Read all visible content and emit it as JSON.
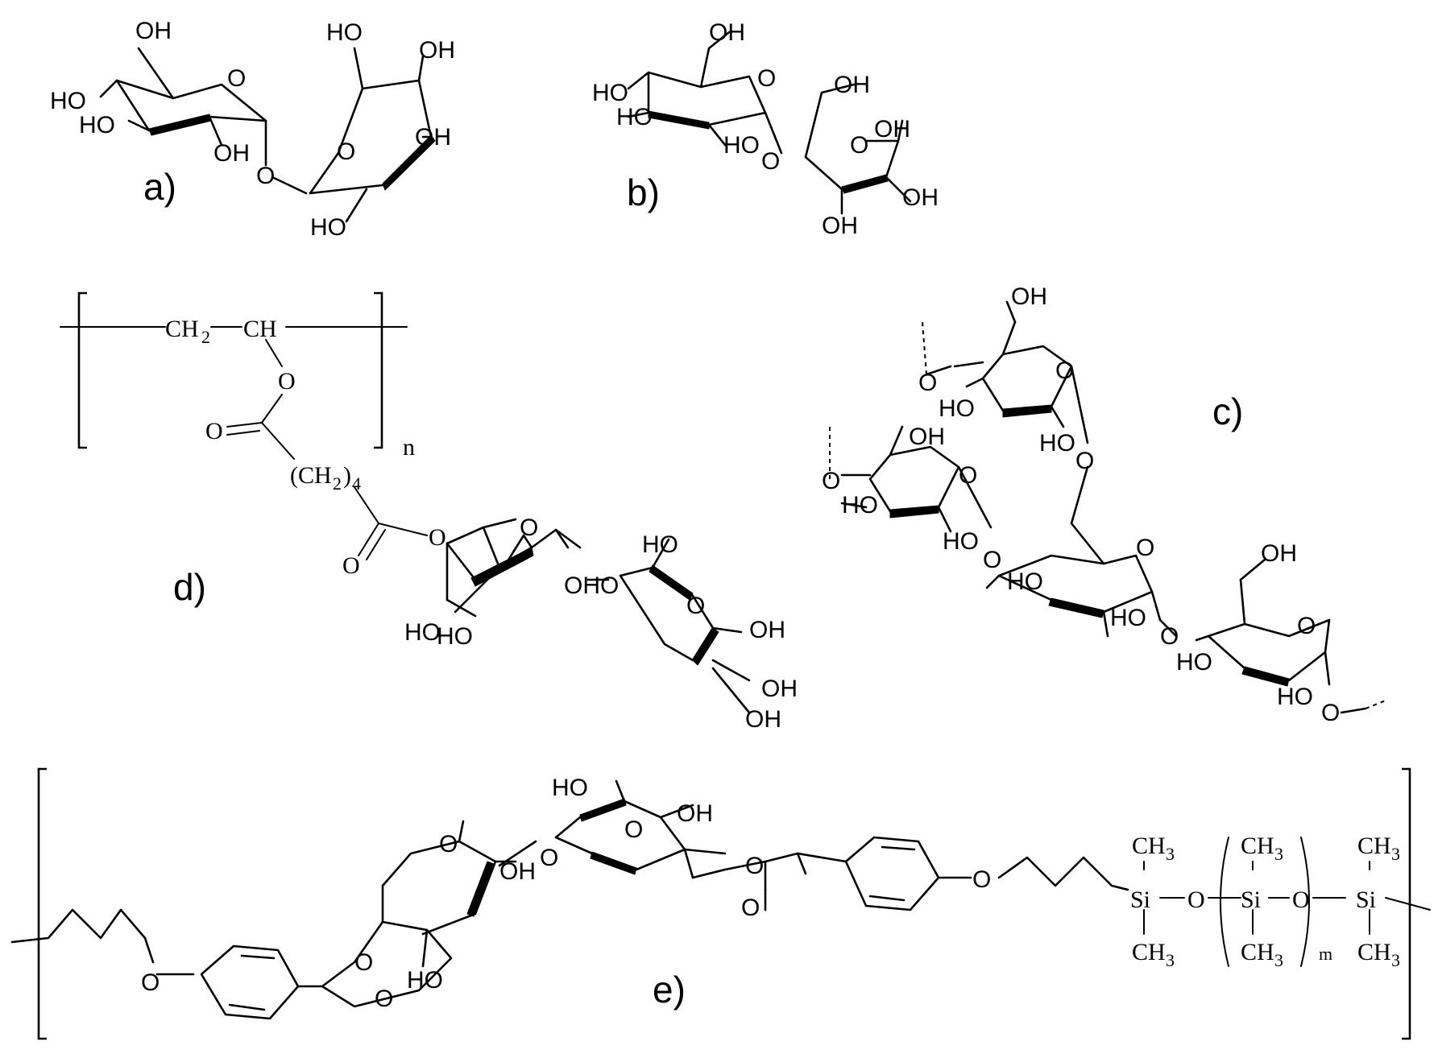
{
  "panels": {
    "a": {
      "label": "a)"
    },
    "b": {
      "label": "b)"
    },
    "c": {
      "label": "c)"
    },
    "d": {
      "label": "d)"
    },
    "e": {
      "label": "e)"
    }
  },
  "atoms": {
    "OH": "OH",
    "HO": "HO",
    "O": "O",
    "CH": "CH",
    "CH2": "CH",
    "sub2": "2",
    "CH2_4_open": "(CH",
    "sub4": "4",
    "close_paren": ")",
    "n": "n",
    "m": "m",
    "Si": "Si",
    "CH3": "CH",
    "sub3": "3"
  }
}
